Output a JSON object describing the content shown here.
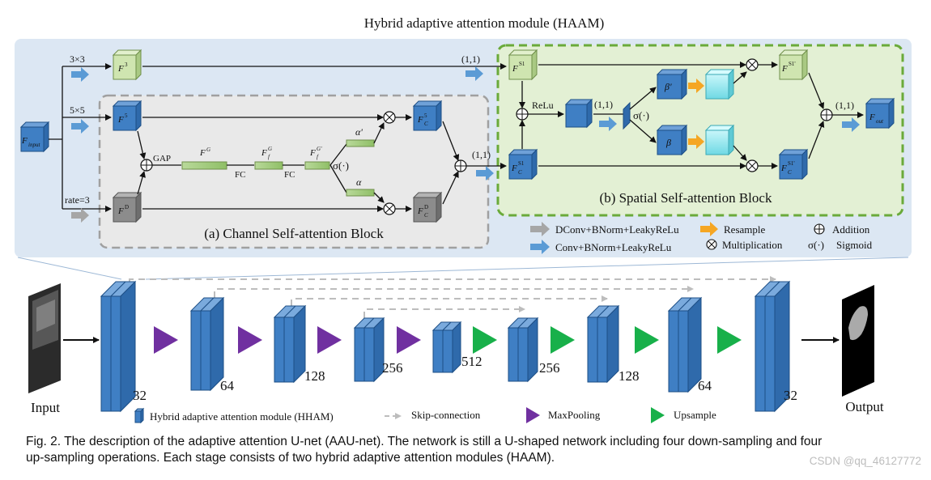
{
  "figure": {
    "title": "Hybrid adaptive attention module (HAAM)",
    "haam": {
      "input_label": "F",
      "input_sub": "input",
      "branch_3": "3×3",
      "branch_5": "5×5",
      "branch_rate": "rate=3",
      "f3": "F",
      "f3_sup": "3",
      "f5": "F",
      "f5_sup": "5",
      "fd": "F",
      "fd_sup": "D",
      "gap": "GAP",
      "fg": "F",
      "fg_sup": "G",
      "ffg": "F",
      "ffg_sub": "f",
      "ffg_sup": "G",
      "ffg2": "F",
      "ffg2_sub": "f",
      "ffg2_sup": "G'",
      "fc1": "FC",
      "fc2": "FC",
      "sigma_c": "σ(·)",
      "alpha_p": "α'",
      "alpha": "α",
      "fc5": "F",
      "fc5_sub": "C",
      "fc5_sup": "5",
      "fcd": "F",
      "fcd_sub": "C",
      "fcd_sup": "D",
      "fcs1": "F",
      "fcs1_sub": "C",
      "fcs1_sup": "S1",
      "fs1": "F",
      "fs1_sup": "S1",
      "fs1p": "F",
      "fs1p_sup": "S1'",
      "fcs1p": "F",
      "fcs1p_sub": "C",
      "fcs1p_sup": "S1'",
      "fout": "F",
      "fout_sub": "out",
      "one_one_a": "(1,1)",
      "one_one_b": "(1,1)",
      "one_one_c": "(1,1)",
      "one_one_d": "(1,1)",
      "relu": "ReLu",
      "sigma_s": "σ(·)",
      "beta_p": "β'",
      "beta": "β",
      "channel_block": "(a) Channel Self-attention Block",
      "spatial_block": "(b) Spatial Self-attention Block"
    },
    "legend_top": {
      "dconv": "DConv+BNorm+LeakyReLu",
      "conv": "Conv+BNorm+LeakyReLu",
      "resample": "Resample",
      "mult": "Multiplication",
      "add": "Addition",
      "sigmoid_sym": "σ(·)",
      "sigmoid": "Sigmoid"
    },
    "unet": {
      "input": "Input",
      "output": "Output",
      "stages": [
        "32",
        "64",
        "128",
        "256",
        "512",
        "256",
        "128",
        "64",
        "32"
      ]
    },
    "legend_bottom": {
      "haam": "Hybrid adaptive attention module (HHAM)",
      "skip": "Skip-connection",
      "maxpool": "MaxPooling",
      "upsample": "Upsample"
    },
    "caption_line1": "Fig. 2.  The description of the adaptive attention U-net (AAU-net). The network is still a U-shaped network including four down-sampling and four",
    "caption_line2": "up-sampling operations. Each stage consists of two hybrid adaptive attention modules (HAAM).",
    "watermark": "CSDN @qq_46127772",
    "colors": {
      "panel": "#dce7f3",
      "channel_panel": "#e8e8e8",
      "spatial_panel": "#e3f0d4",
      "spatial_border": "#6aaa3a",
      "blue": "#3f7fc4",
      "green_cube": "#cfe5b0",
      "gray_cube": "#8c8c8c",
      "cyan": "#8ee6ee",
      "orange": "#f5a623",
      "arrow_blue": "#5b9bd5",
      "purple": "#7030a0",
      "green": "#18b04a"
    }
  }
}
